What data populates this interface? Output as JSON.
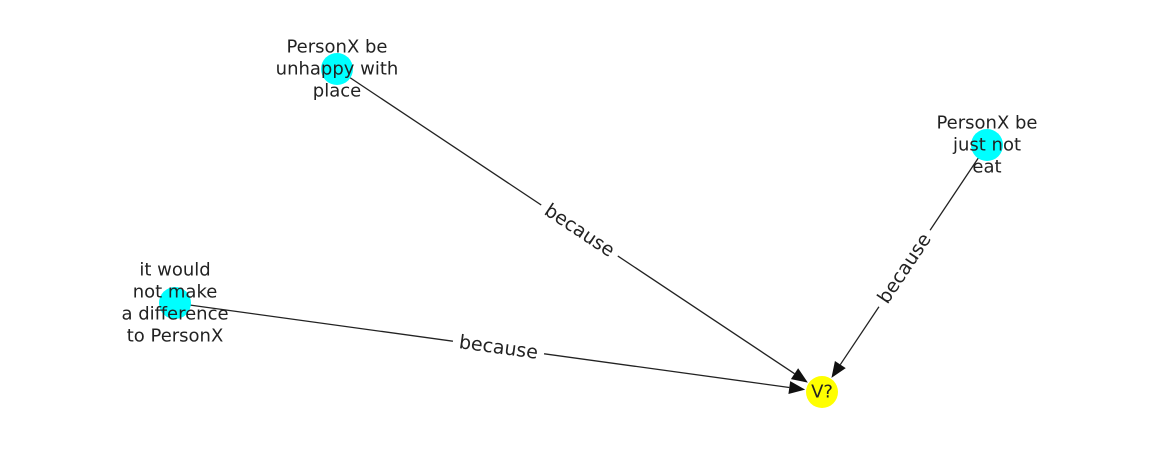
{
  "diagram": {
    "nodes": [
      {
        "id": "n1",
        "lines": [
          "PersonX be",
          "unhappy with",
          "place"
        ],
        "color": "#00ffff"
      },
      {
        "id": "n2",
        "lines": [
          "PersonX be",
          "just not",
          "eat"
        ],
        "color": "#00ffff"
      },
      {
        "id": "n3",
        "lines": [
          "it would",
          "not make",
          "a difference",
          "to PersonX"
        ],
        "color": "#00ffff"
      },
      {
        "id": "n4",
        "lines": [
          "V?"
        ],
        "color": "#ffff00"
      }
    ],
    "edges": [
      {
        "from": "n1",
        "to": "n4",
        "label": "because"
      },
      {
        "from": "n2",
        "to": "n4",
        "label": "because"
      },
      {
        "from": "n3",
        "to": "n4",
        "label": "because"
      }
    ],
    "colors": {
      "source_node": "#00ffff",
      "target_node": "#ffff00",
      "edge": "#222222"
    }
  }
}
